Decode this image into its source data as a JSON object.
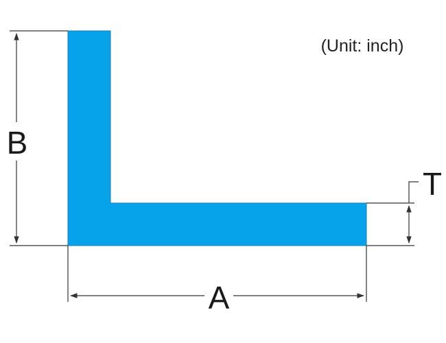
{
  "diagram": {
    "unit_note": "(Unit: inch)",
    "labels": {
      "a": "A",
      "b": "B",
      "t": "T"
    },
    "shape": "L-angle profile",
    "colors": {
      "profile_fill": "#06a2ea",
      "lines": "#333333",
      "text": "#1a1a1a"
    }
  }
}
